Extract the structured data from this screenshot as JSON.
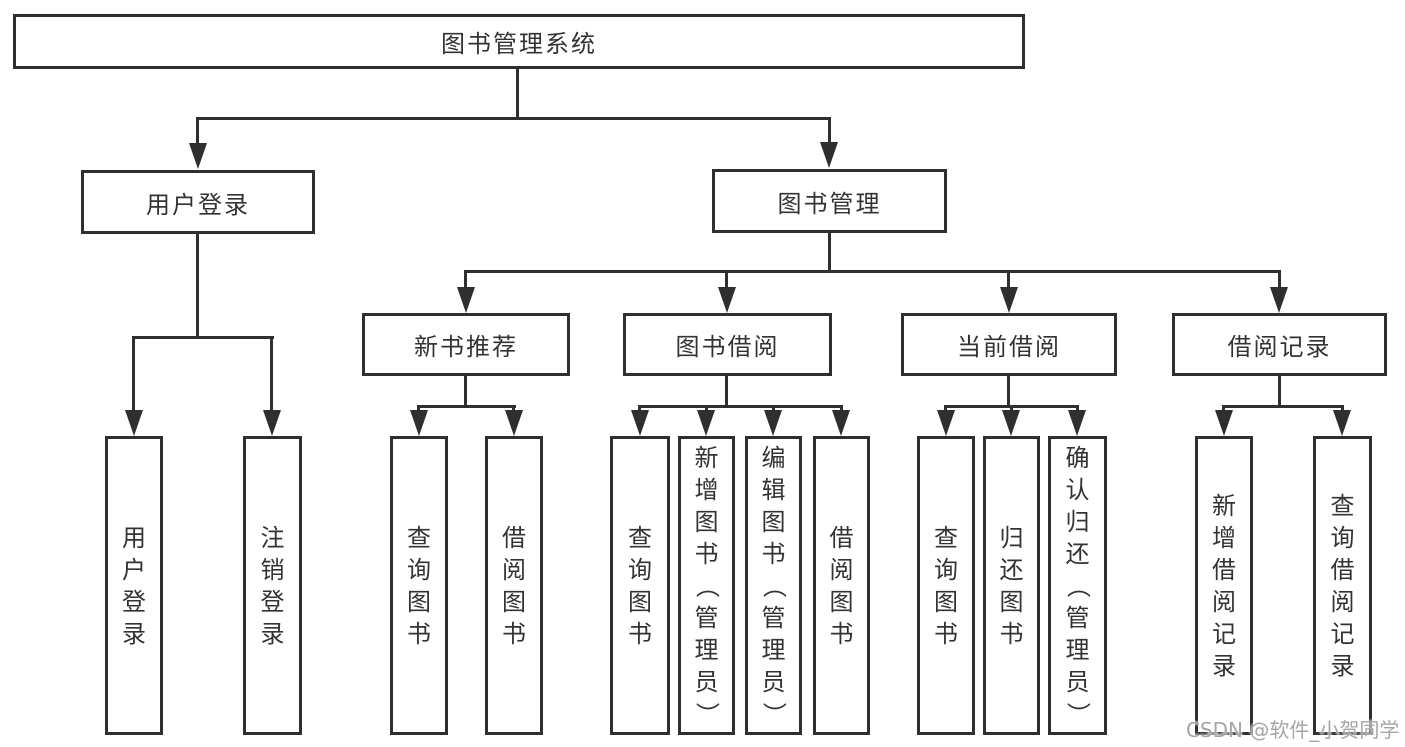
{
  "colors": {
    "line": "#2f2f2f",
    "text": "#333333",
    "background": "#ffffff",
    "watermark_text_color": "#a6a6a6"
  },
  "diagram": {
    "root": "图书管理系统",
    "branches": [
      {
        "label": "用户登录",
        "children": [
          "用户登录",
          "注销登录"
        ]
      },
      {
        "label": "图书管理",
        "sections": [
          {
            "label": "新书推荐",
            "children": [
              "查询图书",
              "借阅图书"
            ]
          },
          {
            "label": "图书借阅",
            "children": [
              "查询图书",
              "新增图书（管理员）",
              "编辑图书（管理员）",
              "借阅图书"
            ]
          },
          {
            "label": "当前借阅",
            "children": [
              "查询图书",
              "归还图书",
              "确认归还（管理员）"
            ]
          },
          {
            "label": "借阅记录",
            "children": [
              "新增借阅记录",
              "查询借阅记录"
            ]
          }
        ]
      }
    ],
    "watermark": "CSDN @软件_小贺同学"
  }
}
